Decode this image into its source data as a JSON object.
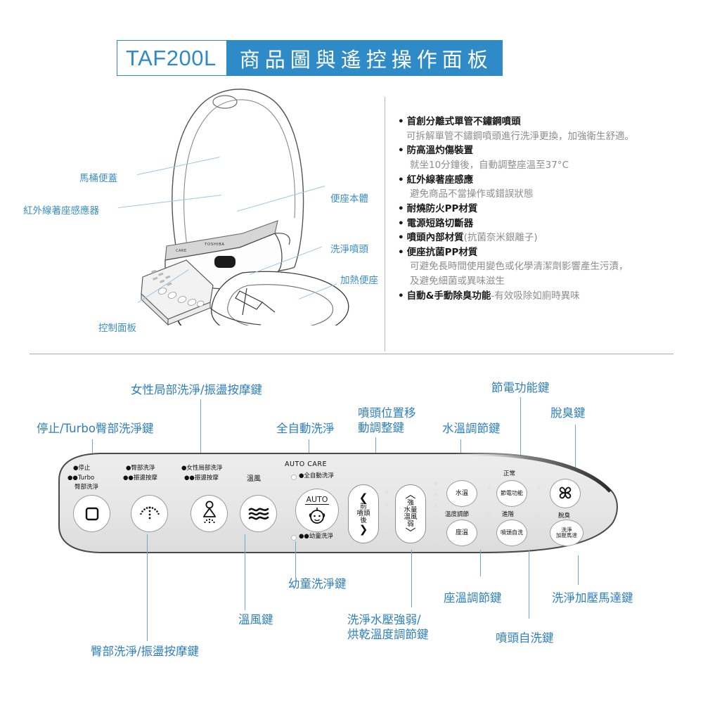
{
  "header": {
    "model_code": "TAF200L",
    "title": "商品圖與遙控操作面板"
  },
  "diagram": {
    "labels": [
      {
        "key": "lid",
        "text": "馬桶便蓋"
      },
      {
        "key": "ir",
        "text": "紅外線著座感應器"
      },
      {
        "key": "panel",
        "text": "控制面板"
      },
      {
        "key": "body",
        "text": "便座本體"
      },
      {
        "key": "nozzle",
        "text": "洗淨噴頭"
      },
      {
        "key": "heated",
        "text": "加熱便座"
      }
    ]
  },
  "features": [
    {
      "main": "首創分離式單管不鏽鋼噴頭",
      "sub": "可拆解單管不鏽鋼噴頭進行洗淨更換，加強衛生舒適。"
    },
    {
      "main": "防高溫灼傷裝置",
      "sub": "就坐10分鐘後，自動調整座溫至37°C"
    },
    {
      "main": "紅外線著座感應",
      "sub": "避免商品不當操作或錯誤狀態"
    },
    {
      "main": "耐燒防火PP材質",
      "sub": ""
    },
    {
      "main": "電源短路切斷器",
      "sub": ""
    },
    {
      "main": "噴頭內部材質",
      "inline_sub": "(抗菌奈米銀離子)",
      "sub": ""
    },
    {
      "main": "便座抗菌PP材質",
      "sub": "可避免長時間使用變色或化學清潔劑影響產生污漬，",
      "sub2": "及避免細菌或異味滋生"
    },
    {
      "main": "自動&手動除臭功能",
      "inline_sub": "-有效吸除如廁時異味",
      "sub": ""
    }
  ],
  "callouts": {
    "top": [
      {
        "key": "female-wash",
        "text": "女性局部洗淨/振盪按摩鍵"
      },
      {
        "key": "stop-turbo",
        "text": "停止/Turbo臀部洗淨鍵"
      },
      {
        "key": "auto-wash",
        "text": "全自動洗淨"
      },
      {
        "key": "nozzle-move",
        "line1": "噴頭位置移",
        "line2": "動調整鍵"
      },
      {
        "key": "water-temp",
        "text": "水溫調節鍵"
      },
      {
        "key": "power-save",
        "text": "節電功能鍵"
      },
      {
        "key": "deodorize",
        "text": "脫臭鍵"
      }
    ],
    "bottom": [
      {
        "key": "rear-wash",
        "text": "臀部洗淨/振盪按摩鍵"
      },
      {
        "key": "warm-air",
        "text": "溫風鍵"
      },
      {
        "key": "child-wash",
        "text": "幼童洗淨鍵"
      },
      {
        "key": "pressure-dry",
        "line1": "洗淨水壓強弱/",
        "line2": "烘乾溫度調節鍵"
      },
      {
        "key": "seat-temp",
        "text": "座溫調節鍵"
      },
      {
        "key": "nozzle-clean",
        "text": "噴頭自洗鍵"
      },
      {
        "key": "boost-motor",
        "text": "洗淨加壓馬達鍵"
      }
    ]
  },
  "panel": {
    "buttons": [
      {
        "key": "stop",
        "icon": "stop-square-icon",
        "labels_above": [
          "●停止",
          "●●Turbo",
          "臀部洗淨"
        ]
      },
      {
        "key": "rear-wash",
        "icon": "rear-wash-spray-icon",
        "labels_above": [
          "●臀部洗淨",
          "●●振盪按摩"
        ]
      },
      {
        "key": "female-wash",
        "icon": "female-wash-spray-icon",
        "labels_above": [
          "●女性局部洗淨",
          "●●振盪按摩"
        ]
      },
      {
        "key": "warm-air",
        "icon": "warm-air-waves-icon",
        "labels_above": [
          "溫風"
        ]
      },
      {
        "key": "auto-care",
        "icon": "auto-baby-face-icon",
        "heading": "AUTO CARE",
        "icon_text": "AUTO",
        "label_top": "●全自動洗淨",
        "label_bottom": "●●幼童洗淨"
      }
    ],
    "nozzle_pad": {
      "key": "nozzle-position",
      "up_glyph": "❮",
      "down_glyph": "❯",
      "lines": [
        "前",
        "噴頭",
        "後"
      ]
    },
    "pressure_pad": {
      "key": "pressure-temp",
      "up_glyph": "︿",
      "down_glyph": "﹀",
      "lines": [
        "強",
        "水量",
        "溫風",
        "弱"
      ]
    },
    "right_buttons": [
      {
        "key": "water-temp",
        "text": "水溫",
        "caption": "溫度調節"
      },
      {
        "key": "seat-temp",
        "text": "座溫",
        "caption": ""
      },
      {
        "key": "power-save",
        "text": "節電功能",
        "caption": "進階",
        "top_caption": "正常"
      },
      {
        "key": "nozzle-clean",
        "text": "噴頭自洗",
        "caption": ""
      },
      {
        "key": "deodorize",
        "text": "",
        "caption": "脫臭",
        "icon": "fan-icon"
      },
      {
        "key": "boost-motor",
        "text": "洗淨\n加壓馬達",
        "caption": ""
      }
    ]
  },
  "colors": {
    "brand_blue": "#2E8BC8",
    "callout_blue": "#2E7FBF",
    "diagram_label_blue": "#3C8FC4",
    "leader_blue": "#9BC8E2",
    "feature_sub_gray": "#8d8d8d"
  }
}
